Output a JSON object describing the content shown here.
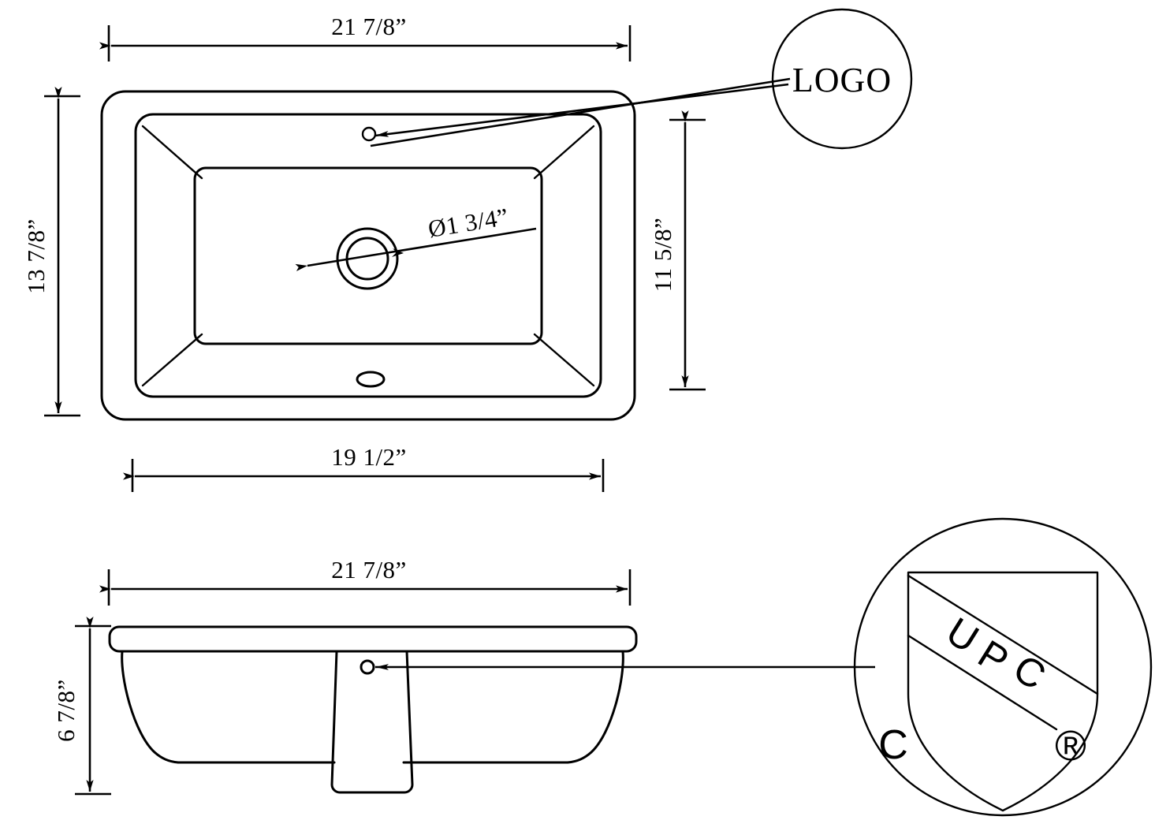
{
  "drawing": {
    "title": "Undermount rectangular lavatory sink dimensional drawing",
    "units": "inches",
    "line_color": "#000000",
    "background_color": "#ffffff",
    "views": [
      {
        "name": "top-view",
        "label": ""
      },
      {
        "name": "front-section-view",
        "label": ""
      }
    ]
  },
  "dimensions": {
    "top_view_overall_width": "21  7/8”",
    "top_view_overall_height": "13  7/8”",
    "top_view_inner_width": "19  1/2”",
    "top_view_inner_height": "11  5/8”",
    "drain_diameter": "Ø1  3/4”",
    "front_view_overall_width": "21  7/8”",
    "front_view_depth": "6  7/8”"
  },
  "badges": {
    "logo": {
      "label": "LOGO",
      "shape": "circle"
    },
    "upc": {
      "letters": [
        "U",
        "P",
        "C"
      ],
      "left_mark": "C",
      "right_mark": "®",
      "shape": "shield-in-circle"
    }
  },
  "features": {
    "faucet_hole_top_view": "overflow-hole",
    "overflow_slot_top_view": "overflow-slot",
    "drain_top_view": "drain-circle",
    "faucet_hole_front_view": "overflow-hole"
  }
}
